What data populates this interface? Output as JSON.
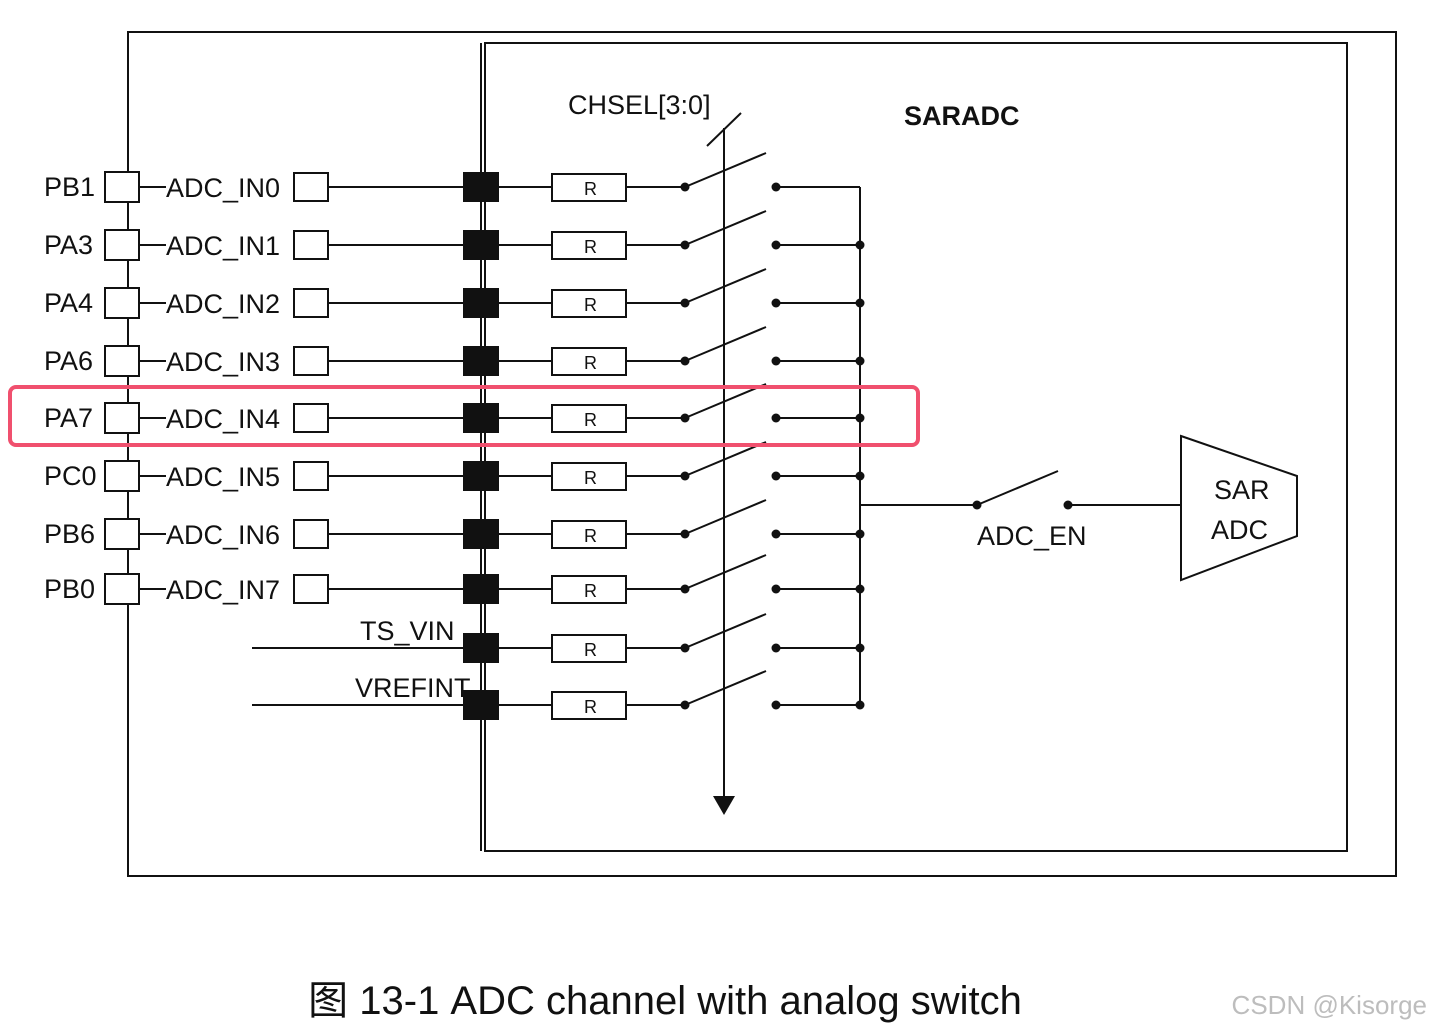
{
  "block_title": "SARADC",
  "chsel_label": "CHSEL[3:0]",
  "adc_en_label": "ADC_EN",
  "sar_adc": {
    "line1": "SAR",
    "line2": "ADC"
  },
  "resistor_label": "R",
  "channels": [
    {
      "pin": "PB1",
      "signal": "ADC_IN0"
    },
    {
      "pin": "PA3",
      "signal": "ADC_IN1"
    },
    {
      "pin": "PA4",
      "signal": "ADC_IN2"
    },
    {
      "pin": "PA6",
      "signal": "ADC_IN3"
    },
    {
      "pin": "PA7",
      "signal": "ADC_IN4",
      "highlighted": true
    },
    {
      "pin": "PC0",
      "signal": "ADC_IN5"
    },
    {
      "pin": "PB6",
      "signal": "ADC_IN6"
    },
    {
      "pin": "PB0",
      "signal": "ADC_IN7"
    },
    {
      "pin": "",
      "signal": "TS_VIN"
    },
    {
      "pin": "",
      "signal": "VREFINT"
    }
  ],
  "highlight_color": "#f0506e",
  "caption": "图 13-1 ADC channel with analog switch",
  "watermark": "CSDN @Kisorge"
}
